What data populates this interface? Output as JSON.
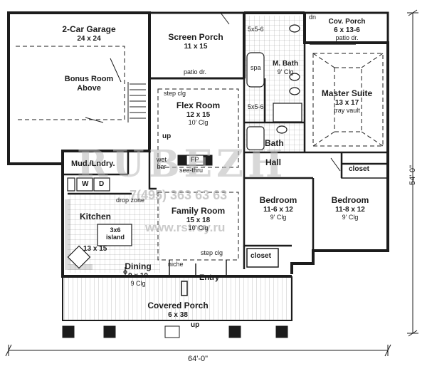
{
  "rooms": {
    "garage": {
      "name": "2-Car Garage",
      "size": "24 x 24"
    },
    "bonus": {
      "line1": "Bonus Room",
      "line2": "Above"
    },
    "screen_porch": {
      "name": "Screen Porch",
      "size": "11 x 15"
    },
    "patio_left": "patio dr.",
    "flex_room": {
      "name": "Flex Room",
      "size": "12 x 15",
      "ceiling": "10' Clg"
    },
    "step_clg_top": "step clg",
    "cov_porch": {
      "prefix": "dn",
      "name": "Cov. Porch",
      "size": "6 x 13-6",
      "door": "patio dr."
    },
    "shower_top": "5x5-6",
    "shower_bottom": "5x5-6",
    "spa": "spa",
    "mbath": {
      "name": "M. Bath",
      "ceiling": "9' Clg"
    },
    "master": {
      "name": "Master Suite",
      "size": "13 x 17",
      "ceiling": "tray vault"
    },
    "bath": "Bath",
    "hall": "Hall",
    "closet_right": "closet",
    "closet_left": "closet",
    "up_top": "up",
    "wet_bar": {
      "line1": "wet",
      "line2": "bar"
    },
    "fp": {
      "code": "FP",
      "note": "see-thru"
    },
    "mud": "Mud./Lndry.",
    "washer": "W",
    "dryer": "D",
    "drop_zone": "drop zone",
    "family": {
      "name": "Family Room",
      "size": "15 x 18",
      "ceiling": "10' Clg"
    },
    "bedroom1": {
      "name": "Bedroom",
      "size": "11-6 x 12",
      "ceiling": "9' Clg"
    },
    "bedroom2": {
      "name": "Bedroom",
      "size": "11-8 x 12",
      "ceiling": "9' Clg"
    },
    "kitchen": {
      "name": "Kitchen",
      "size": "13 x 15"
    },
    "island": {
      "line1": "3x6",
      "line2": "island"
    },
    "step_clg_bottom": "step clg",
    "niche": "niche",
    "dining": {
      "name": "Dining",
      "size": "9 x 10",
      "ceiling": "9 Clg"
    },
    "entry": "Entry",
    "covered_porch": {
      "name": "Covered Porch",
      "size": "6 x 38"
    },
    "up_bottom": "up"
  },
  "dimensions": {
    "width": "64'-0\"",
    "depth": "54'-0\""
  },
  "watermark": {
    "logo": "RUBEZH",
    "phone": "7(495) 363 63 63",
    "url": "www.rstroy.ru"
  },
  "colors": {
    "wall": "#1c1c1c",
    "paper": "#ffffff",
    "hatch": "#9a9a9a",
    "watermark": "#b9b9b9"
  }
}
